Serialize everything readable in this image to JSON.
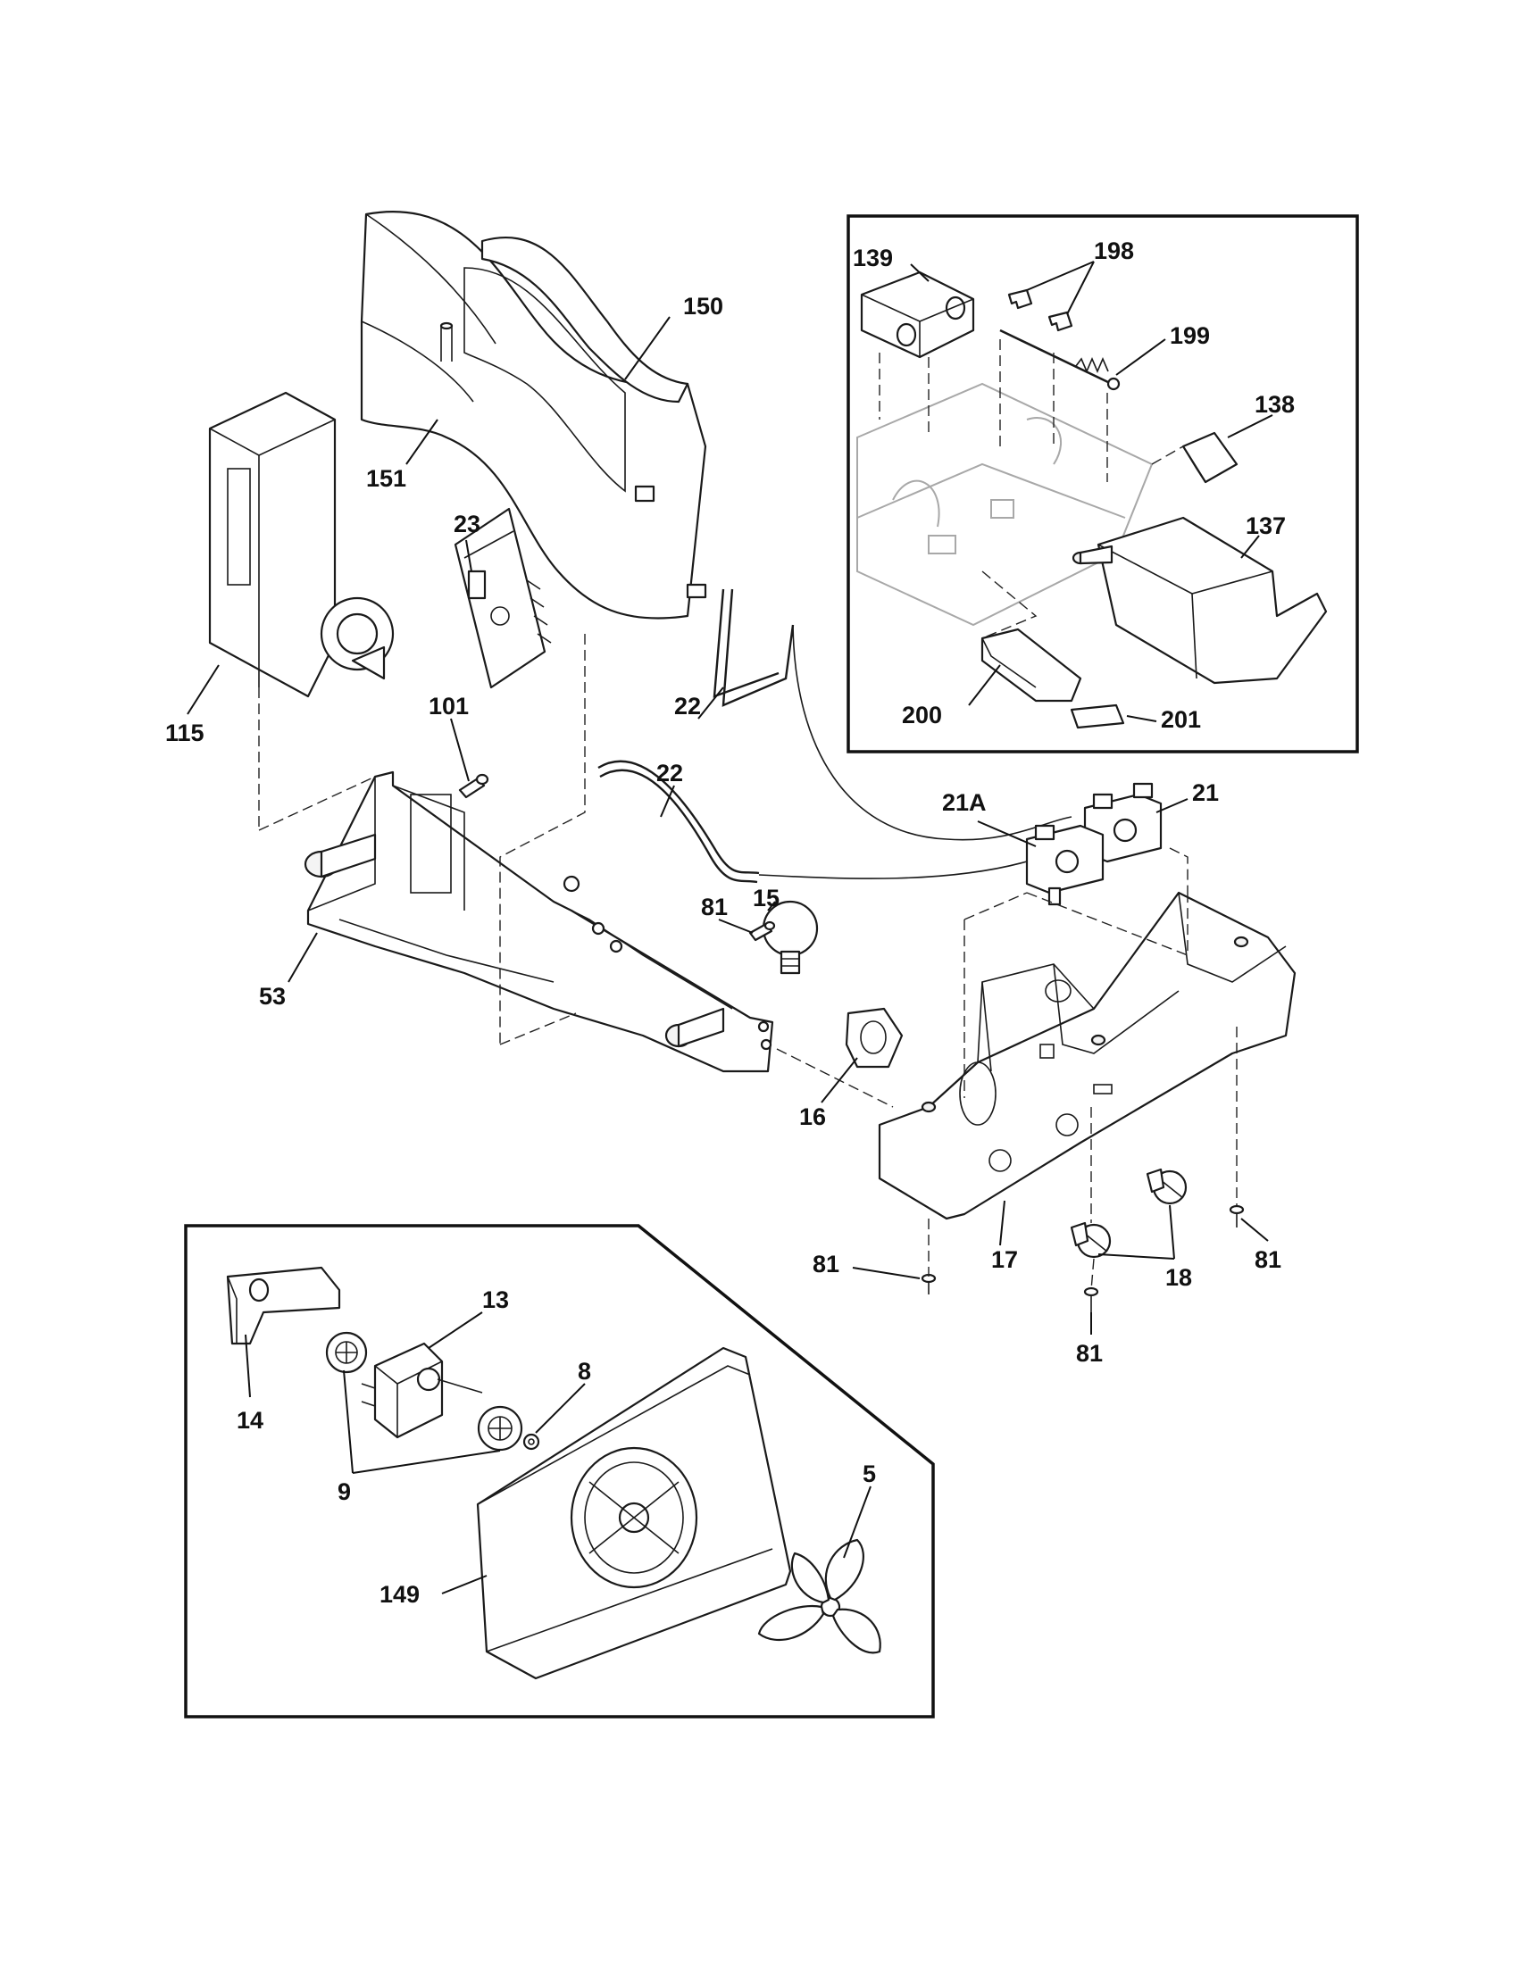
{
  "callouts": {
    "c150": "150",
    "c151": "151",
    "c23": "23",
    "c115": "115",
    "c101": "101",
    "c22a": "22",
    "c22b": "22",
    "c53": "53",
    "c81a": "81",
    "c15": "15",
    "c16": "16",
    "c21a": "21A",
    "c21": "21",
    "c17": "17",
    "c18": "18",
    "c81b": "81",
    "c81c": "81",
    "c81d": "81",
    "c139": "139",
    "c198": "198",
    "c199": "199",
    "c138": "138",
    "c137": "137",
    "c200": "200",
    "c201": "201",
    "c13": "13",
    "c14": "14",
    "c8": "8",
    "c9": "9",
    "c5": "5",
    "c149": "149"
  }
}
